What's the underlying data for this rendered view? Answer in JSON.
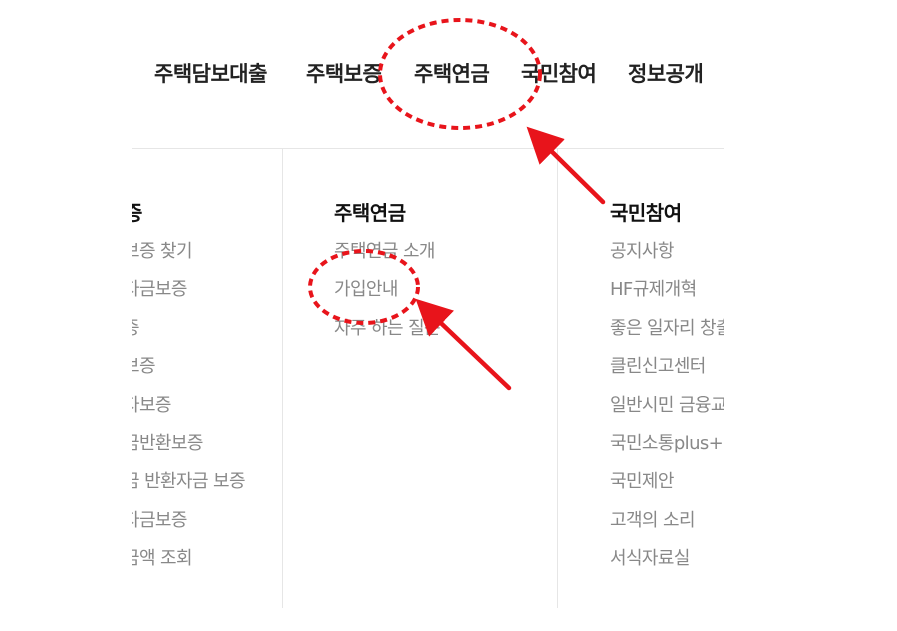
{
  "gnb": {
    "items": [
      "주택담보대출",
      "주택보증",
      "주택연금",
      "국민참여",
      "정보공개"
    ]
  },
  "columns": {
    "left": {
      "title": "증",
      "items": [
        "보증 찾기",
        "자금보증",
        "증",
        "보증",
        "자보증",
        "금반환보증",
        "금 반환자금 보증",
        "자금보증",
        "금액 조회"
      ]
    },
    "middle": {
      "title": "주택연금",
      "items": [
        "주택연금 소개",
        "가입안내",
        "자주 하는 질문"
      ]
    },
    "right": {
      "title": "국민참여",
      "items": [
        "공지사항",
        "HF규제개혁",
        "좋은 일자리 창출",
        "클린신고센터",
        "일반시민 금융교",
        "국민소통plus+",
        "국민제안",
        "고객의 소리",
        "서식자료실"
      ]
    }
  },
  "annotation_color": "#e8141b"
}
